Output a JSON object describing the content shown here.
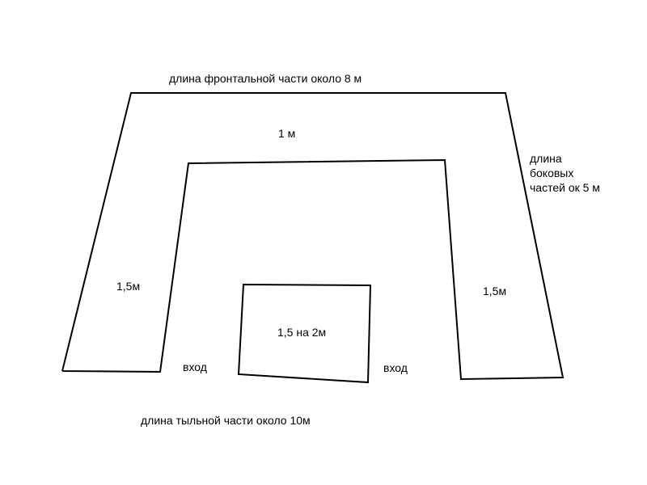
{
  "colors": {
    "line": "#000000",
    "background": "#ffffff",
    "text": "#000000"
  },
  "labels": {
    "front_length": "длина фронтальной части около 8 м",
    "inner_top_width": "1 м",
    "side_length": [
      "длина",
      "боковых",
      "частей ок 5 м"
    ],
    "left_width": "1,5м",
    "right_width": "1,5м",
    "center_size": "1,5 на 2м",
    "entrance_left": "вход",
    "entrance_right": "вход",
    "back_length": "длина тыльной части около 10м"
  }
}
